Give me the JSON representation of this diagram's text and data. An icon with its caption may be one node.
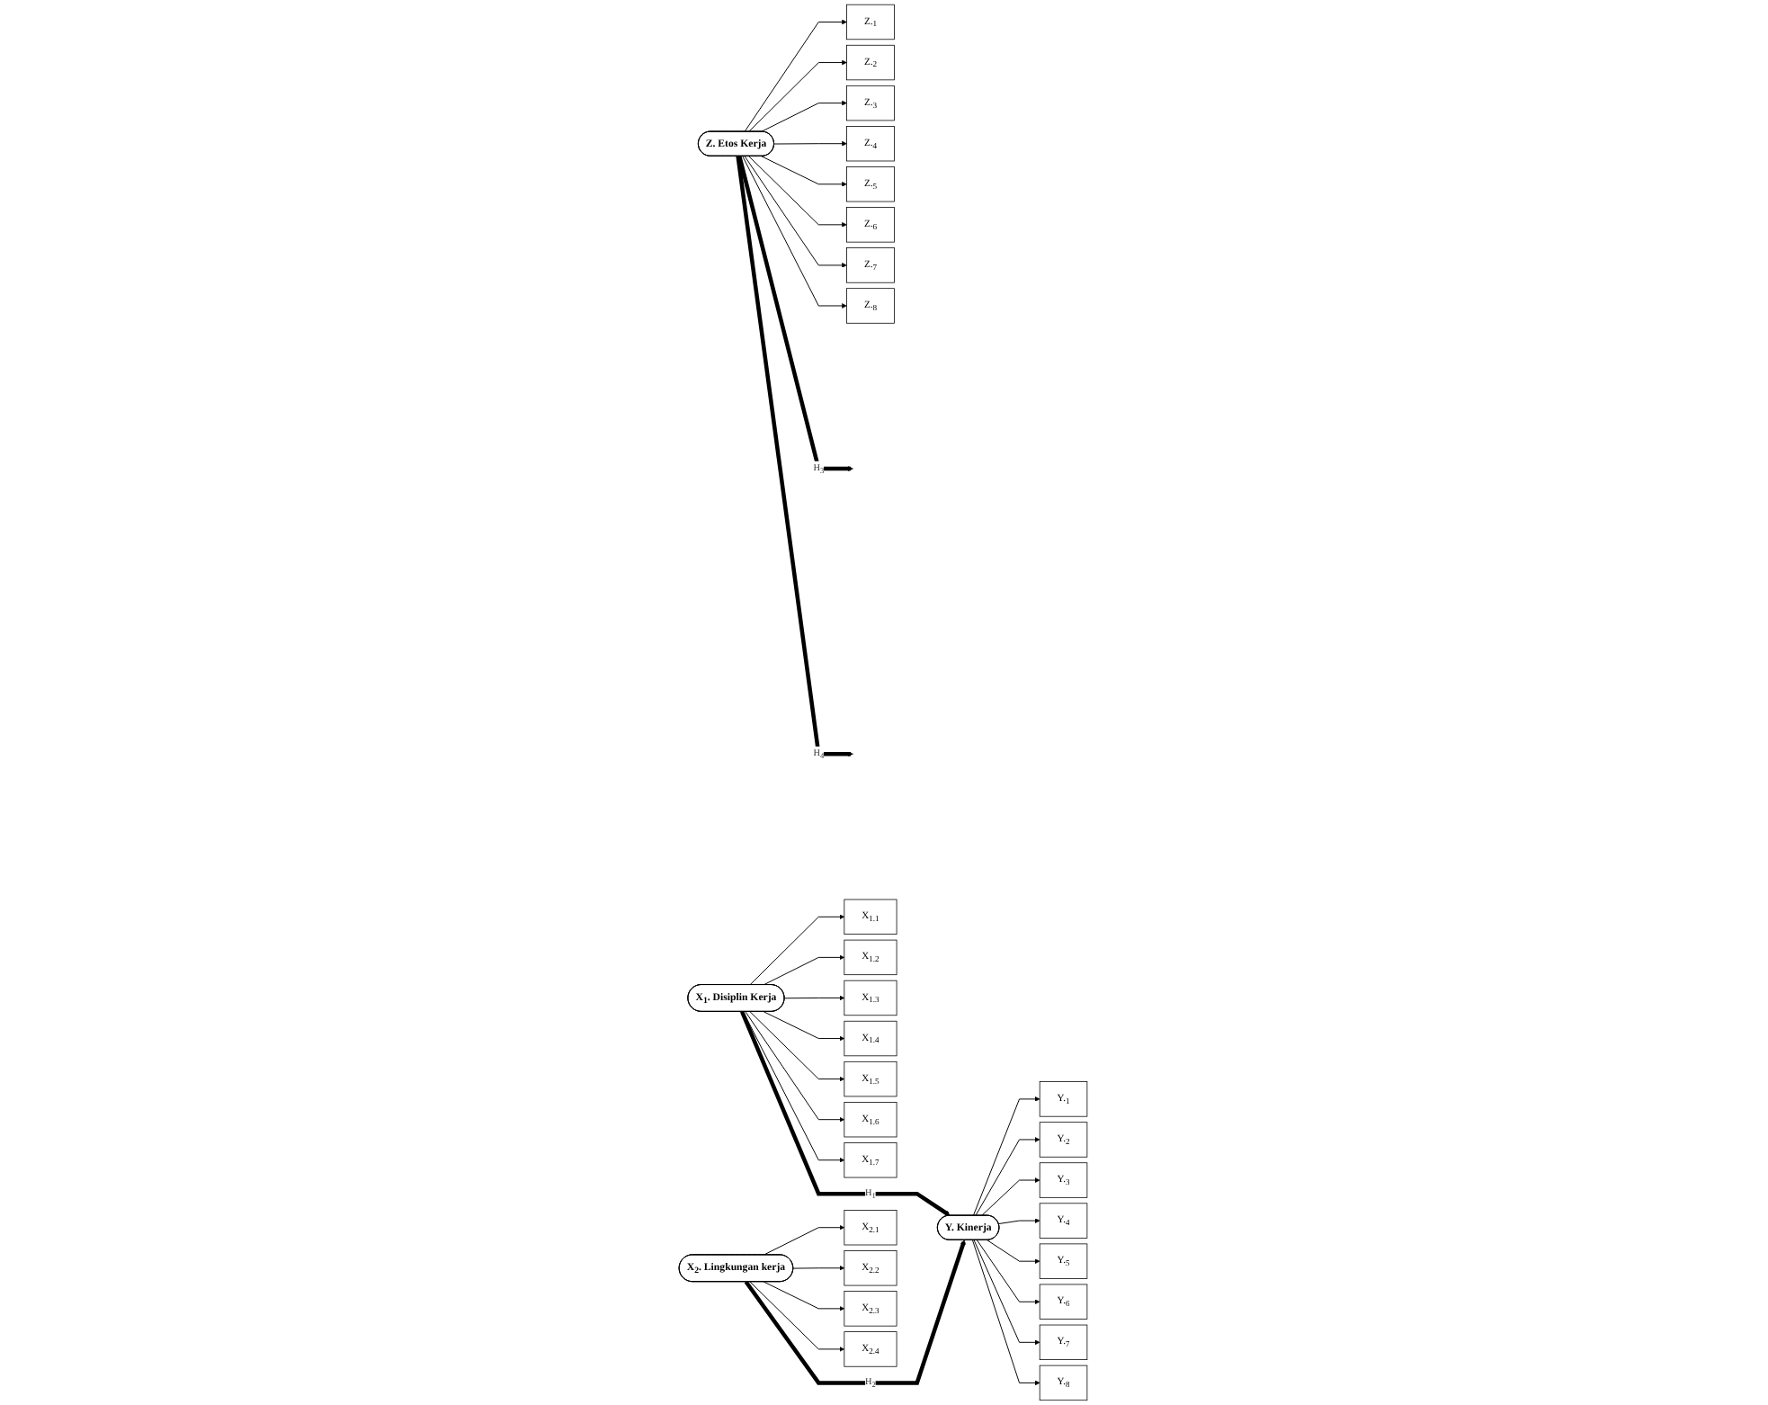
{
  "diagram": {
    "nodes": [
      {
        "text": [
          "Z.$_{1}$"
        ]
      },
      {
        "text": [
          "Z.$_{2}$"
        ]
      },
      {
        "text": [
          "Z.$_{3}$"
        ]
      },
      {
        "text": [
          "Z.$_{4}$"
        ]
      },
      {
        "text": [
          "Z.$_{5}$"
        ]
      },
      {
        "text": [
          "Z.$_{6}$"
        ]
      },
      {
        "text": [
          "Z.$_{7}$"
        ]
      },
      {
        "text": [
          "Z.$_{8}$"
        ]
      },
      {
        "text": [
          "X$_{1.1}$"
        ]
      },
      {
        "text": [
          "X$_{1.2}$"
        ]
      },
      {
        "text": [
          "X$_{1.3}$"
        ]
      },
      {
        "text": [
          "X$_{1.4}$"
        ]
      },
      {
        "text": [
          "X$_{1.5}$"
        ]
      },
      {
        "text": [
          "X$_{1.6}$"
        ]
      },
      {
        "text": [
          "X$_{1.7}$"
        ]
      },
      {
        "text": [
          "Z. Etos Kerja"
        ]
      },
      {
        "text": [
          "X$_{1}$. Disiplin Kerja"
        ]
      },
      {
        "text": [
          "Y. Kinerja"
        ]
      },
      {
        "text": [
          "X$_{2.1}$"
        ]
      },
      {
        "text": [
          "X$_{2.2}$"
        ]
      },
      {
        "text": [
          "X$_{2.3}$"
        ]
      },
      {
        "text": [
          "X$_{2.4}$"
        ]
      },
      {
        "text": [
          "X$_{2}$. Lingkungan kerja"
        ]
      },
      {
        "text": [
          "Y.$_{1}$"
        ]
      },
      {
        "text": [
          "Y.$_{2}$"
        ]
      },
      {
        "text": [
          "Y.$_{3}$"
        ]
      },
      {
        "text": [
          "Y.$_{4}$"
        ]
      },
      {
        "text": [
          "Y.$_{5}$"
        ]
      },
      {
        "text": [
          "Y.$_{6}$"
        ]
      },
      {
        "text": [
          "Y.$_{7}$"
        ]
      },
      {
        "text": [
          "Y.$_{8}$"
        ]
      }
    ],
    "edges": [
      {
        "from": 15,
        "to": 0,
        "arrow": "to"
      },
      {
        "from": 15,
        "to": 1,
        "arrow": "to"
      },
      {
        "from": 15,
        "to": 2,
        "arrow": "to"
      },
      {
        "from": 15,
        "to": 3,
        "arrow": "to"
      },
      {
        "from": 15,
        "to": 4,
        "arrow": "to"
      },
      {
        "from": 15,
        "to": 5,
        "arrow": "to"
      },
      {
        "from": 15,
        "to": 6,
        "arrow": "to"
      },
      {
        "from": 15,
        "to": 7,
        "arrow": "to"
      },
      {
        "from": 16,
        "to": 8,
        "arrow": "to"
      },
      {
        "from": 16,
        "to": 9,
        "arrow": "to"
      },
      {
        "from": 16,
        "to": 10,
        "arrow": "to"
      },
      {
        "from": 16,
        "to": 11,
        "arrow": "to"
      },
      {
        "from": 16,
        "to": 12,
        "arrow": "to"
      },
      {
        "from": 16,
        "to": 13,
        "arrow": "to"
      },
      {
        "from": 16,
        "to": 14,
        "arrow": "to"
      },
      {
        "from": 22,
        "to": 18,
        "arrow": "to"
      },
      {
        "from": 22,
        "to": 19,
        "arrow": "to"
      },
      {
        "from": 22,
        "to": 20,
        "arrow": "to"
      },
      {
        "from": 22,
        "to": 21,
        "arrow": "to"
      },
      {
        "from": 17,
        "to": 23,
        "arrow": "to"
      },
      {
        "from": 17,
        "to": 24,
        "arrow": "to"
      },
      {
        "from": 17,
        "to": 25,
        "arrow": "to"
      },
      {
        "from": 17,
        "to": 26,
        "arrow": "to"
      },
      {
        "from": 17,
        "to": 27,
        "arrow": "to"
      },
      {
        "from": 17,
        "to": 28,
        "arrow": "to"
      },
      {
        "from": 17,
        "to": 29,
        "arrow": "to"
      },
      {
        "from": 17,
        "to": 30,
        "arrow": "to"
      },
      {
        "from": 16,
        "to": 17,
        "arrow": "to",
        "label": "H$_{1}$",
        "style": "thick"
      },
      {
        "from": 22,
        "to": 17,
        "arrow": "to",
        "label": "H$_{2}$",
        "style": "thick"
      },
      {
        "from": 15,
        "to": null,
        "arrow": "to",
        "label": "H$_{3}$",
        "style": "thick"
      },
      {
        "from": 15,
        "to": null,
        "arrow": "to",
        "label": "H$_{4}$",
        "style": "thick"
      }
    ]
  }
}
